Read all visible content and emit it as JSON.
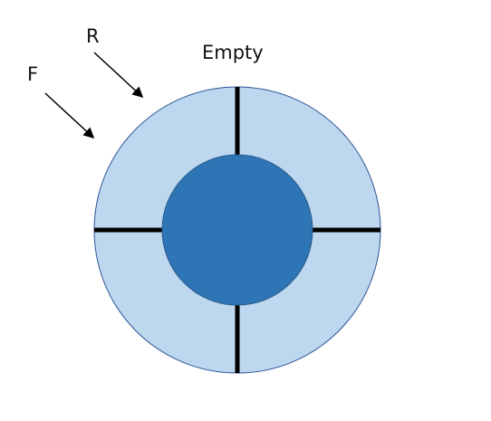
{
  "labels": {
    "empty": "Empty",
    "r": "R",
    "f": "F"
  },
  "colors": {
    "outer_ring_fill": "#bdd7ee",
    "outer_ring_stroke": "#2e5597",
    "inner_disk_fill": "#2e75b6",
    "inner_disk_stroke": "#2a5a8a",
    "divider": "#000000",
    "arrow": "#000000"
  }
}
